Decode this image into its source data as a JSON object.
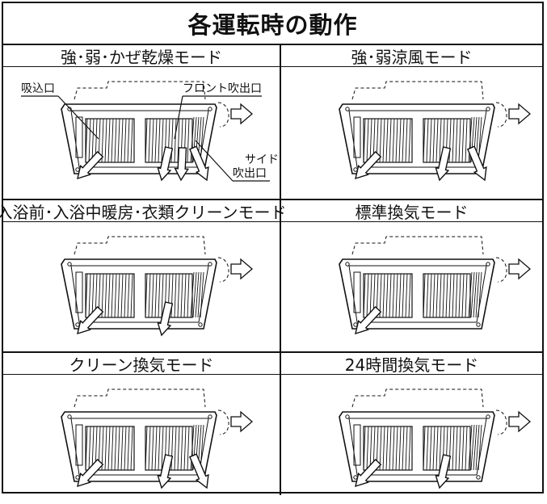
{
  "title": "各運転時の動作",
  "modes": [
    {
      "label": "強･弱･かぜ乾燥モード",
      "fan_arrows": 4,
      "side_exhaust": true
    },
    {
      "label": "強･弱涼風モード",
      "fan_arrows": 3,
      "side_exhaust": true
    },
    {
      "label": "入浴前･入浴中暖房･衣類クリーンモード",
      "fan_arrows": 2,
      "side_exhaust": false
    },
    {
      "label": "標準換気モード",
      "fan_arrows": 1,
      "side_exhaust": false
    },
    {
      "label": "クリーン換気モード",
      "fan_arrows": 3,
      "side_exhaust": true
    },
    {
      "label": "24時間換気モード",
      "fan_arrows": 2,
      "side_exhaust": true
    }
  ],
  "callouts": {
    "intake": "吸込口",
    "front_outlet": "フロント吹出口",
    "side_outlet_line1": "サイド",
    "side_outlet_line2": "吹出口"
  }
}
